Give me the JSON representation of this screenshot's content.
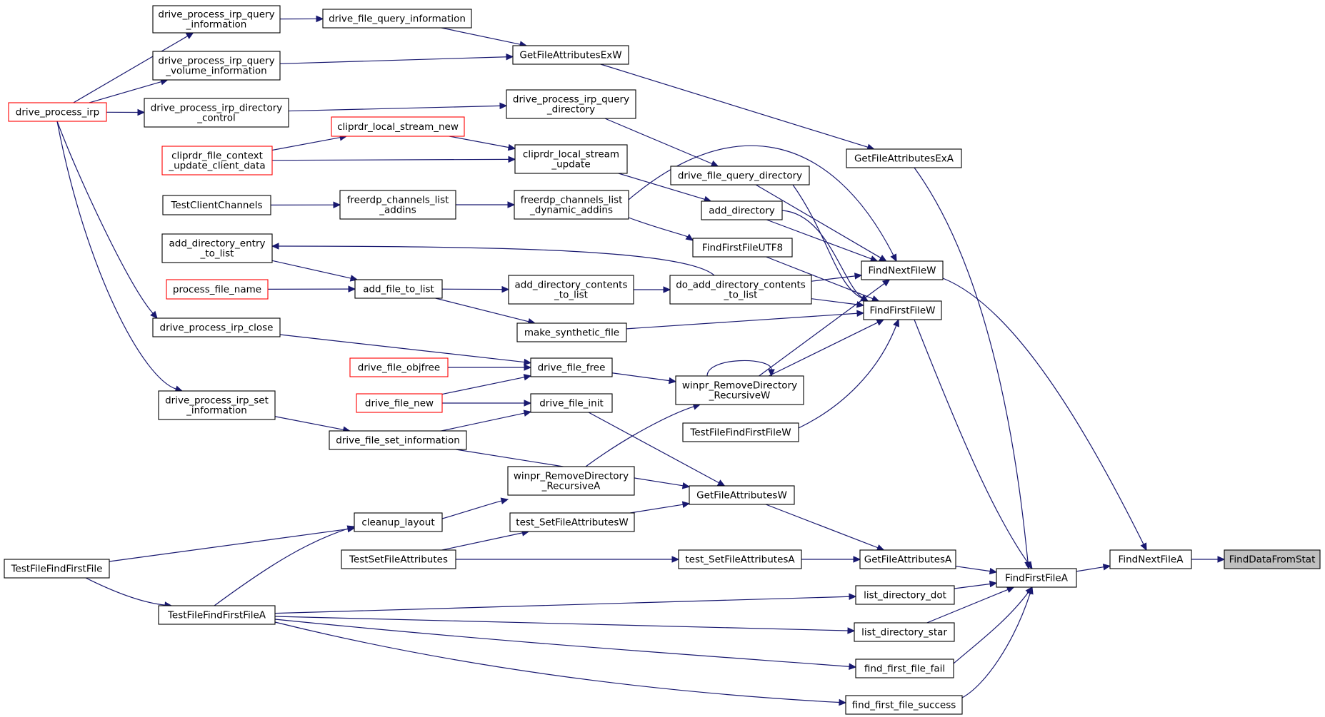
{
  "colors": {
    "edge": "#191970",
    "node_border": "#000000",
    "truncated_border": "#ff0000",
    "target_fill": "#bfbfbf",
    "background": "#ffffff"
  },
  "nodes": [
    {
      "id": "n_dpiqi",
      "label": [
        "drive_process_irp_query",
        "_information"
      ]
    },
    {
      "id": "n_dfqi",
      "label": [
        "drive_file_query_information"
      ]
    },
    {
      "id": "n_dpiqvi",
      "label": [
        "drive_process_irp_query",
        "_volume_information"
      ]
    },
    {
      "id": "n_gfaexw",
      "label": [
        "GetFileAttributesExW"
      ]
    },
    {
      "id": "n_dpi",
      "label": [
        "drive_process_irp"
      ],
      "red": true
    },
    {
      "id": "n_dpidc",
      "label": [
        "drive_process_irp_directory",
        "_control"
      ]
    },
    {
      "id": "n_dpiqd",
      "label": [
        "drive_process_irp_query",
        "_directory"
      ]
    },
    {
      "id": "n_clsn",
      "label": [
        "cliprdr_local_stream_new"
      ],
      "red": true
    },
    {
      "id": "n_cfcucd",
      "label": [
        "cliprdr_file_context",
        "_update_client_data"
      ],
      "red": true
    },
    {
      "id": "n_clsu",
      "label": [
        "cliprdr_local_stream",
        "_update"
      ]
    },
    {
      "id": "n_gfaexa",
      "label": [
        "GetFileAttributesExA"
      ]
    },
    {
      "id": "n_dfqd",
      "label": [
        "drive_file_query_directory"
      ]
    },
    {
      "id": "n_tcc",
      "label": [
        "TestClientChannels"
      ]
    },
    {
      "id": "n_fcla",
      "label": [
        "freerdp_channels_list",
        "_addins"
      ]
    },
    {
      "id": "n_fclda",
      "label": [
        "freerdp_channels_list",
        "_dynamic_addins"
      ]
    },
    {
      "id": "n_ad",
      "label": [
        "add_directory"
      ]
    },
    {
      "id": "n_fffu",
      "label": [
        "FindFirstFileUTF8"
      ]
    },
    {
      "id": "n_adetl",
      "label": [
        "add_directory_entry",
        "_to_list"
      ]
    },
    {
      "id": "n_fnfw",
      "label": [
        "FindNextFileW"
      ]
    },
    {
      "id": "n_pfn",
      "label": [
        "process_file_name"
      ],
      "red": true
    },
    {
      "id": "n_aftl",
      "label": [
        "add_file_to_list"
      ]
    },
    {
      "id": "n_adctl",
      "label": [
        "add_directory_contents",
        "_to_list"
      ]
    },
    {
      "id": "n_dadctl",
      "label": [
        "do_add_directory_contents",
        "_to_list"
      ]
    },
    {
      "id": "n_fffw",
      "label": [
        "FindFirstFileW"
      ]
    },
    {
      "id": "n_dpic",
      "label": [
        "drive_process_irp_close"
      ]
    },
    {
      "id": "n_msf",
      "label": [
        "make_synthetic_file"
      ]
    },
    {
      "id": "n_dfo",
      "label": [
        "drive_file_objfree"
      ],
      "red": true
    },
    {
      "id": "n_dff",
      "label": [
        "drive_file_free"
      ]
    },
    {
      "id": "n_wrdrw",
      "label": [
        "winpr_RemoveDirectory",
        "_RecursiveW"
      ]
    },
    {
      "id": "n_dpisi",
      "label": [
        "drive_process_irp_set",
        "_information"
      ]
    },
    {
      "id": "n_dfn",
      "label": [
        "drive_file_new"
      ],
      "red": true
    },
    {
      "id": "n_dfinit",
      "label": [
        "drive_file_init"
      ]
    },
    {
      "id": "n_dfsi",
      "label": [
        "drive_file_set_information"
      ]
    },
    {
      "id": "n_tfffw",
      "label": [
        "TestFileFindFirstFileW"
      ]
    },
    {
      "id": "n_wrdra",
      "label": [
        "winpr_RemoveDirectory",
        "_RecursiveA"
      ]
    },
    {
      "id": "n_gfaw",
      "label": [
        "GetFileAttributesW"
      ]
    },
    {
      "id": "n_cl",
      "label": [
        "cleanup_layout"
      ]
    },
    {
      "id": "n_tsfaw",
      "label": [
        "test_SetFileAttributesW"
      ]
    },
    {
      "id": "n_tfff",
      "label": [
        "TestFileFindFirstFile"
      ]
    },
    {
      "id": "n_tsfa",
      "label": [
        "TestSetFileAttributes"
      ]
    },
    {
      "id": "n_tsfaa",
      "label": [
        "test_SetFileAttributesA"
      ]
    },
    {
      "id": "n_gfaa",
      "label": [
        "GetFileAttributesA"
      ]
    },
    {
      "id": "n_fnfa",
      "label": [
        "FindNextFileA"
      ]
    },
    {
      "id": "n_fdfs",
      "label": [
        "FindDataFromStat"
      ],
      "target": true
    },
    {
      "id": "n_fffa",
      "label": [
        "FindFirstFileA"
      ]
    },
    {
      "id": "n_tfffa",
      "label": [
        "TestFileFindFirstFileA"
      ]
    },
    {
      "id": "n_ldd",
      "label": [
        "list_directory_dot"
      ]
    },
    {
      "id": "n_lds",
      "label": [
        "list_directory_star"
      ]
    },
    {
      "id": "n_ffff",
      "label": [
        "find_first_file_fail"
      ]
    },
    {
      "id": "n_fffs",
      "label": [
        "find_first_file_success"
      ]
    }
  ],
  "edges": [
    [
      "n_dpiqi",
      "n_dfqi"
    ],
    [
      "n_dfqi",
      "n_gfaexw"
    ],
    [
      "n_dpiqvi",
      "n_gfaexw"
    ],
    [
      "n_gfaexw",
      "n_gfaexa"
    ],
    [
      "n_dpi",
      "n_dpiqi"
    ],
    [
      "n_dpi",
      "n_dpiqvi"
    ],
    [
      "n_dpi",
      "n_dpidc"
    ],
    [
      "n_dpi",
      "n_dpic"
    ],
    [
      "n_dpi",
      "n_dpisi"
    ],
    [
      "n_dpidc",
      "n_dpiqd"
    ],
    [
      "n_dpiqd",
      "n_dfqd"
    ],
    [
      "n_cfcucd",
      "n_clsn"
    ],
    [
      "n_cfcucd",
      "n_clsu"
    ],
    [
      "n_clsn",
      "n_clsu"
    ],
    [
      "n_clsu",
      "n_ad"
    ],
    [
      "n_gfaexa",
      "n_fffa"
    ],
    [
      "n_dfqd",
      "n_fnfw"
    ],
    [
      "n_dfqd",
      "n_fffw"
    ],
    [
      "n_tcc",
      "n_fcla"
    ],
    [
      "n_fcla",
      "n_fclda"
    ],
    [
      "n_fclda",
      "n_fnfw"
    ],
    [
      "n_fclda",
      "n_fffu"
    ],
    [
      "n_ad",
      "n_fnfw"
    ],
    [
      "n_ad",
      "n_fffw"
    ],
    [
      "n_fffu",
      "n_fffw"
    ],
    [
      "n_adetl",
      "n_aftl"
    ],
    [
      "n_pfn",
      "n_aftl"
    ],
    [
      "n_aftl",
      "n_adctl"
    ],
    [
      "n_aftl",
      "n_msf"
    ],
    [
      "n_adctl",
      "n_dadctl"
    ],
    [
      "n_dadctl",
      "n_adetl"
    ],
    [
      "n_dadctl",
      "n_fnfw"
    ],
    [
      "n_dadctl",
      "n_fffw"
    ],
    [
      "n_fnfw",
      "n_fnfa"
    ],
    [
      "n_msf",
      "n_fffw"
    ],
    [
      "n_fffw",
      "n_fffa"
    ],
    [
      "n_dpic",
      "n_dff"
    ],
    [
      "n_dfo",
      "n_dff"
    ],
    [
      "n_dfn",
      "n_dff"
    ],
    [
      "n_dfn",
      "n_dfinit"
    ],
    [
      "n_dff",
      "n_wrdrw"
    ],
    [
      "n_wrdrw",
      "n_wrdrw"
    ],
    [
      "n_wrdrw",
      "n_fnfw"
    ],
    [
      "n_wrdrw",
      "n_fffw"
    ],
    [
      "n_dpisi",
      "n_dfsi"
    ],
    [
      "n_dfsi",
      "n_dfinit"
    ],
    [
      "n_dfinit",
      "n_gfaw"
    ],
    [
      "n_dfsi",
      "n_gfaw"
    ],
    [
      "n_tfffw",
      "n_fffw"
    ],
    [
      "n_wrdra",
      "n_wrdrw"
    ],
    [
      "n_gfaw",
      "n_gfaa"
    ],
    [
      "n_cl",
      "n_wrdra"
    ],
    [
      "n_tsfaw",
      "n_gfaw"
    ],
    [
      "n_tfff",
      "n_cl"
    ],
    [
      "n_tfff",
      "n_tfffa"
    ],
    [
      "n_tsfa",
      "n_tsfaw"
    ],
    [
      "n_tsfa",
      "n_tsfaa"
    ],
    [
      "n_tsfaa",
      "n_gfaa"
    ],
    [
      "n_gfaa",
      "n_fffa"
    ],
    [
      "n_fffa",
      "n_fnfa"
    ],
    [
      "n_fnfa",
      "n_fdfs"
    ],
    [
      "n_tfffa",
      "n_cl"
    ],
    [
      "n_tfffa",
      "n_ldd"
    ],
    [
      "n_tfffa",
      "n_lds"
    ],
    [
      "n_tfffa",
      "n_ffff"
    ],
    [
      "n_tfffa",
      "n_fffs"
    ],
    [
      "n_ldd",
      "n_fffa"
    ],
    [
      "n_lds",
      "n_fffa"
    ],
    [
      "n_ffff",
      "n_fffa"
    ],
    [
      "n_fffs",
      "n_fffa"
    ]
  ]
}
